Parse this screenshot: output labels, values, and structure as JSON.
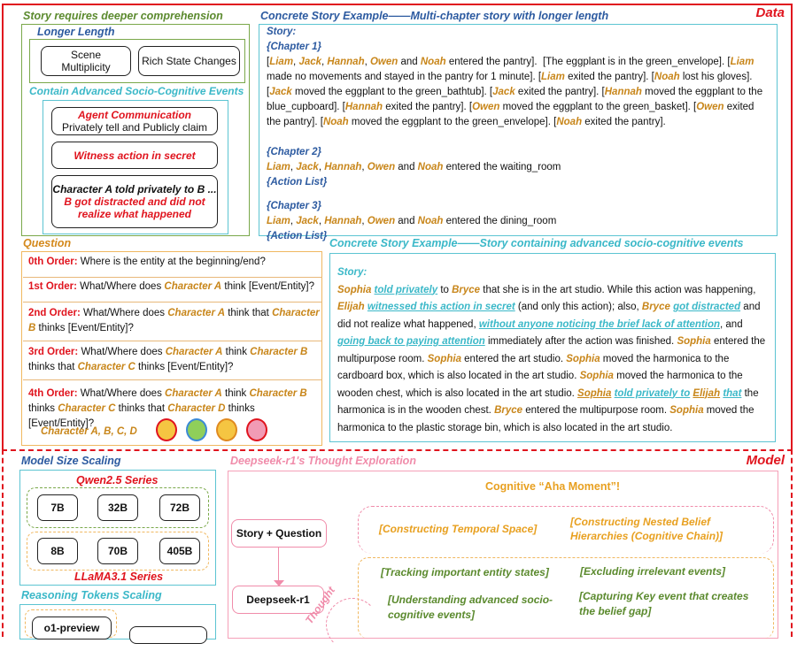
{
  "labels": {
    "data": "Data",
    "model": "Model"
  },
  "left_top": {
    "title": "Story requires deeper comprehension",
    "longer_length": "Longer Length",
    "scene_multiplicity": [
      "Scene",
      "Multiplicity"
    ],
    "rich_state_changes": "Rich State Changes",
    "advanced_events_title": "Contain Advanced Socio-Cognitive Events",
    "agent_comm_title": "Agent Communication",
    "agent_comm_sub": "Privately tell and Publicly claim",
    "witness": "Witness action in secret",
    "char_a_line": "Character A told privately to B ...",
    "char_b_line1": "B got distracted and did not",
    "char_b_line2": "realize what happened"
  },
  "story1": {
    "title": "Concrete Story Example——Multi-chapter story with longer length",
    "story_label": "Story:",
    "ch1": "{Chapter 1}",
    "ch2": "{Chapter 2}",
    "ch3": "{Chapter 3}",
    "action_list": "{Action List}",
    "ch2_text": " entered the waiting_room",
    "ch3_text": " entered the dining_room"
  },
  "question": {
    "title": "Question",
    "rows": [
      {
        "order": "0th Order:"
      },
      {
        "order": "1st Order:"
      },
      {
        "order": "2nd Order:"
      },
      {
        "order": "3rd Order:"
      },
      {
        "order": "4th Order:"
      }
    ],
    "characters": "Character A, B, C, D"
  },
  "story2": {
    "title": "Concrete Story Example——Story containing advanced socio-cognitive events",
    "story_label": "Story:"
  },
  "model": {
    "size_title": "Model Size Scaling",
    "qwen": "Qwen2.5 Series",
    "qwen_sizes": [
      "7B",
      "32B",
      "72B"
    ],
    "llama_sizes": [
      "8B",
      "70B",
      "405B"
    ],
    "llama": "LLaMA3.1 Series",
    "reasoning_title": "Reasoning Tokens Scaling",
    "o1": "o1-preview",
    "thought_title": "Deepseek-r1's Thought Exploration",
    "aha": "Cognitive “Aha Moment”!",
    "story_question": "Story + Question",
    "deepseek": "Deepseek-r1",
    "thought_label": "Thought",
    "temporal": "[Constructing Temporal Space]",
    "nested1": "[Constructing Nested Belief",
    "nested2": "Hierarchies (Cognitive Chain)]",
    "tracking": "[Tracking important entity states]",
    "excluding": "[Excluding irrelevant events]",
    "understanding1": "[Understanding advanced socio-",
    "understanding2": "cognitive events]",
    "capturing1": "[Capturing Key event that creates",
    "capturing2": "the belief gap]"
  },
  "colors": {
    "red": "#e0141e",
    "green": "#7aa84a",
    "teal": "#5cc4d2",
    "orange": "#f0b860",
    "pink": "#f5a0b8",
    "blue": "#2c5aa0"
  }
}
